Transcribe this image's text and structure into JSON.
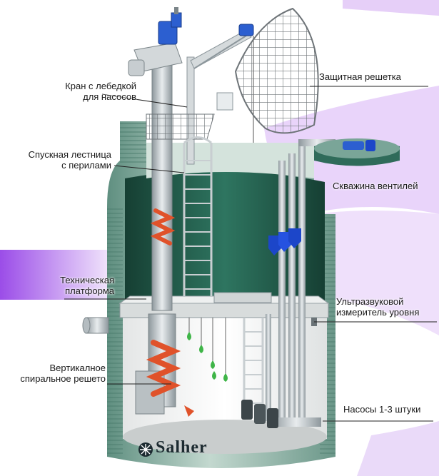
{
  "brand": {
    "name": "Salher",
    "logo_icon": "salher-logo-icon"
  },
  "labels": {
    "crane": {
      "line1": "Кран с лебедкой",
      "line2": "для насосов"
    },
    "grate": {
      "line1": "Защитная решетка"
    },
    "ladder": {
      "line1": "Спускная лестница",
      "line2": "с перилами"
    },
    "valve_well": {
      "line1": "Скважина вентилей"
    },
    "platform": {
      "line1": "Техническая",
      "line2": "платформа"
    },
    "ultrasonic": {
      "line1": "Ультразвуковой",
      "line2": "измеритель уровня"
    },
    "screen": {
      "line1": "Вертикалное",
      "line2": "спиральное решето"
    },
    "pumps": {
      "line1": "Насосы 1-3 штуки"
    }
  },
  "colors": {
    "tank_shell": "#2f6b5a",
    "tank_inner": "#1f5a48",
    "tank_light": "#a7c3b6",
    "metal": "#c9cfd2",
    "metal_dark": "#8d979c",
    "spiral": "#e0522a",
    "valves": "#1c46c9",
    "motor": "#2c5fd0",
    "droplet": "#3fb548",
    "accent_band": "#d9b8f2",
    "accent_band_strong": "#9b4de8"
  }
}
